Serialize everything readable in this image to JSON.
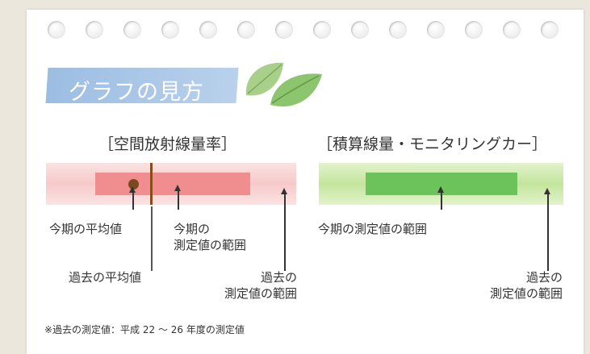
{
  "guide": {
    "title": "グラフの見方"
  },
  "air_dose": {
    "title": "［空間放射線量率］",
    "labels": {
      "current_average": "今期の平均値",
      "current_range_line1": "今期の",
      "current_range_line2": "測定値の範囲",
      "past_average": "過去の平均値",
      "past_range_line1": "過去の",
      "past_range_line2": "測定値の範囲"
    }
  },
  "monitoring_car": {
    "title": "［積算線量・モニタリングカー］",
    "labels": {
      "current_range": "今期の測定値の範囲",
      "past_range_line1": "過去の",
      "past_range_line2": "測定値の範囲"
    }
  },
  "footnote": "※過去の測定値：平成 22 ～ 26 年度の測定値",
  "colors": {
    "background": "#ece7dc",
    "banner": "#a9c6e6",
    "past_range_red": "#f8d6d6",
    "current_range_red": "#ef8d8f",
    "average_dot": "#7a4a1e",
    "past_average_line": "#8a4b1a",
    "past_range_green": "#cfeaa9",
    "current_range_green": "#6cc35c"
  },
  "icons": [
    "leaf-icon"
  ]
}
